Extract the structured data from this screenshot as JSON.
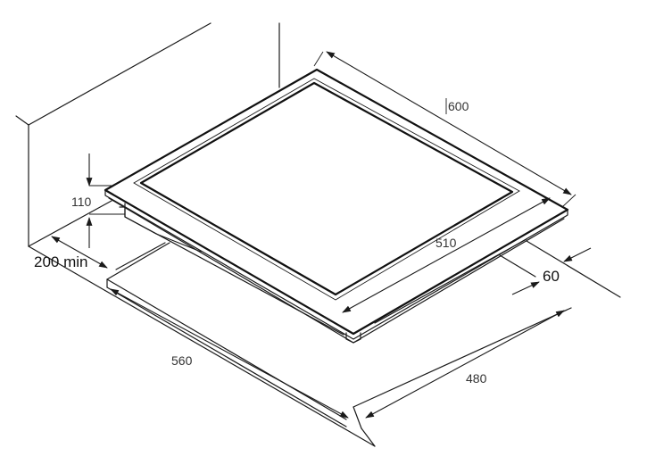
{
  "dimensions": {
    "hob_width": "600",
    "glass_width": "510",
    "height": "110",
    "min_clearance": "200 min",
    "cutout_width": "560",
    "cutout_depth": "480",
    "cutout_offset": "60"
  }
}
